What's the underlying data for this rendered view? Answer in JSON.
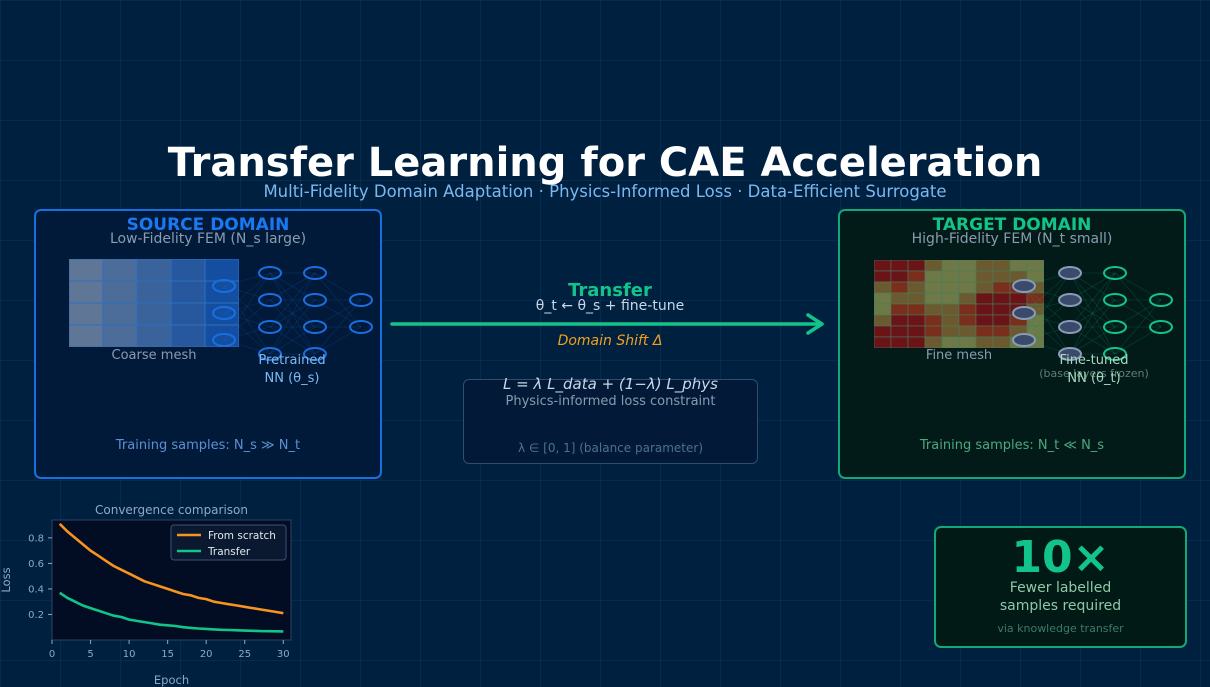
{
  "header": {
    "title": "Transfer Learning for CAE Acceleration",
    "subtitle": "Multi-Fidelity Domain Adaptation  ·  Physics-Informed Loss  ·  Data-Efficient Surrogate"
  },
  "source": {
    "title": "SOURCE DOMAIN",
    "subtitle": "Low-Fidelity FEM  (N_s large)",
    "mesh_label": "Coarse mesh",
    "nn_label_1": "Pretrained",
    "nn_label_2": "NN (θ_s)",
    "samples": "Training samples: N_s ≫ N_t",
    "color": "#1a6fe0"
  },
  "target": {
    "title": "TARGET DOMAIN",
    "subtitle": "High-Fidelity FEM  (N_t small)",
    "mesh_label": "Fine mesh",
    "nn_label_1": "Fine-tuned",
    "nn_label_2": "NN (θ_t)",
    "frozen_note": "(base layers frozen)",
    "samples": "Training samples: N_t ≪ N_s",
    "color": "#13c48a"
  },
  "transfer": {
    "label": "Transfer",
    "formula": "θ_t ← θ_s + fine-tune",
    "shift": "Domain Shift Δ"
  },
  "loss": {
    "formula": "L = λ L_data + (1−λ) L_phys",
    "description": "Physics-informed loss constraint",
    "lambda_note": "λ ∈ [0, 1]  (balance parameter)"
  },
  "speedup": {
    "value": "10×",
    "line1": "Fewer labelled",
    "line2": "samples required",
    "note": "via knowledge transfer"
  },
  "chart_data": {
    "type": "line",
    "title": "Convergence comparison",
    "xlabel": "Epoch",
    "ylabel": "Loss",
    "xlim": [
      0,
      31
    ],
    "ylim": [
      0.0,
      0.94
    ],
    "xticks": [
      0,
      5,
      10,
      15,
      20,
      25,
      30
    ],
    "yticks": [
      0.2,
      0.4,
      0.6,
      0.8
    ],
    "legend": "top-right",
    "x": [
      1,
      2,
      3,
      4,
      5,
      6,
      7,
      8,
      9,
      10,
      11,
      12,
      13,
      14,
      15,
      16,
      17,
      18,
      19,
      20,
      21,
      22,
      23,
      24,
      25,
      26,
      27,
      28,
      29,
      30
    ],
    "series": [
      {
        "name": "From scratch",
        "color": "#f7931e",
        "values": [
          0.91,
          0.85,
          0.8,
          0.75,
          0.7,
          0.66,
          0.62,
          0.58,
          0.55,
          0.52,
          0.49,
          0.46,
          0.44,
          0.42,
          0.4,
          0.38,
          0.36,
          0.35,
          0.33,
          0.32,
          0.3,
          0.29,
          0.28,
          0.27,
          0.26,
          0.25,
          0.24,
          0.23,
          0.22,
          0.21
        ]
      },
      {
        "name": "Transfer",
        "color": "#13c48a",
        "values": [
          0.37,
          0.33,
          0.3,
          0.27,
          0.25,
          0.23,
          0.21,
          0.19,
          0.18,
          0.16,
          0.15,
          0.14,
          0.13,
          0.12,
          0.115,
          0.11,
          0.1,
          0.095,
          0.09,
          0.087,
          0.083,
          0.08,
          0.078,
          0.076,
          0.074,
          0.072,
          0.07,
          0.069,
          0.068,
          0.067
        ]
      }
    ]
  }
}
